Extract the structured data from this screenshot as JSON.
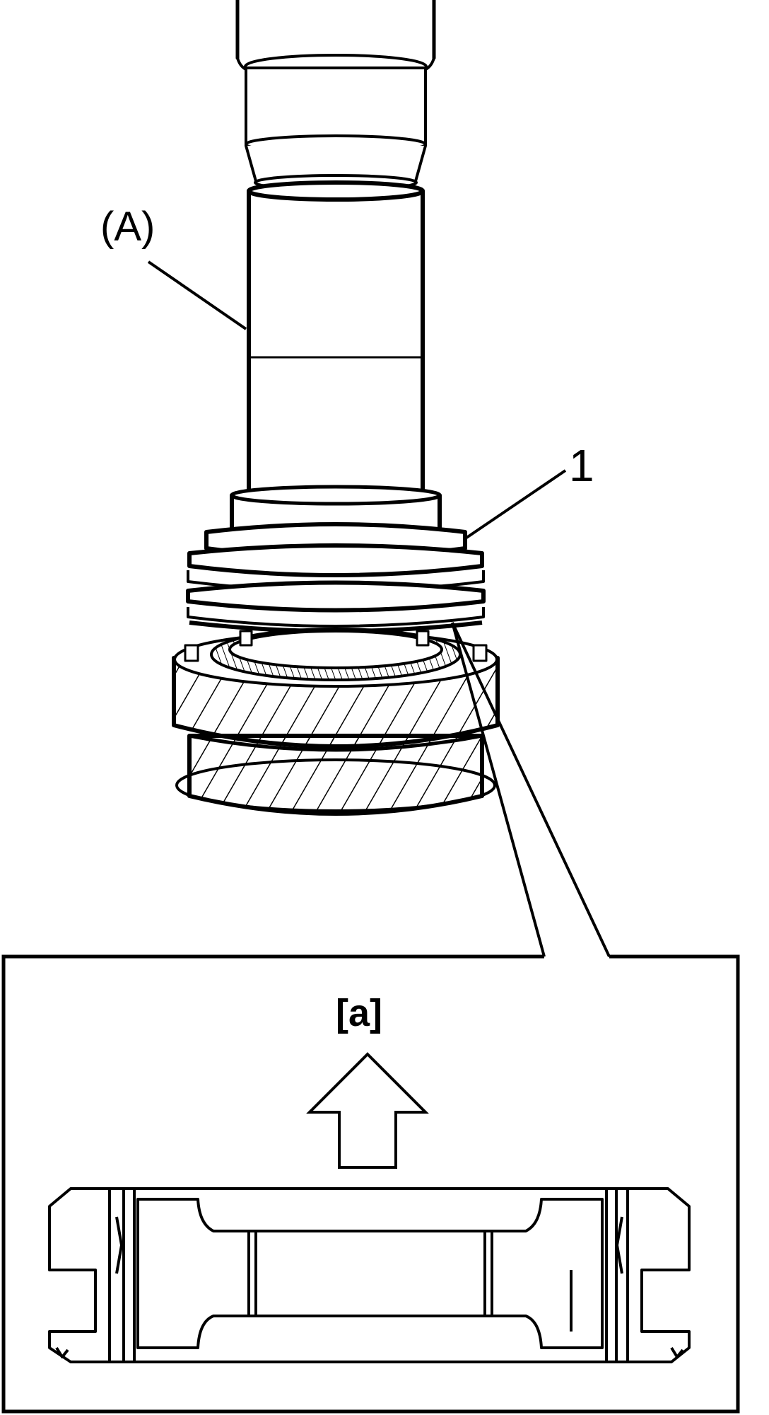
{
  "callouts": {
    "tool": "(A)",
    "part": "1",
    "detail": "[a]"
  },
  "colors": {
    "ink": "#000000",
    "paper": "#ffffff"
  },
  "icons": {
    "direction_arrow": "arrow-up-icon"
  }
}
